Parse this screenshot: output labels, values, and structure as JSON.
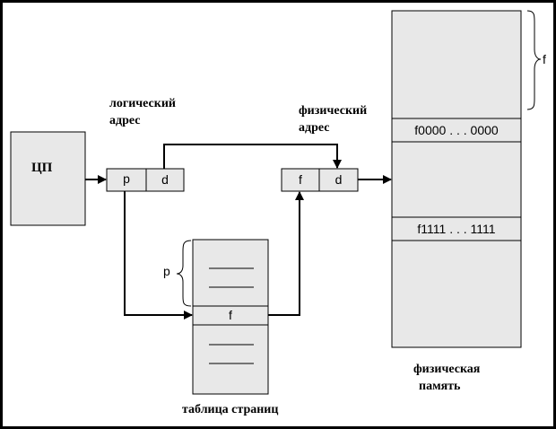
{
  "cpu": {
    "label": "ЦП"
  },
  "logical_address": {
    "label_line1": "логический",
    "label_line2": "адрес",
    "p": "p",
    "d": "d"
  },
  "physical_address": {
    "label_line1": "физический",
    "label_line2": "адрес",
    "f": "f",
    "d": "d"
  },
  "page_table": {
    "caption": "таблица страниц",
    "entry": "f",
    "offset_label": "p"
  },
  "physical_memory": {
    "caption_line1": "физическая",
    "caption_line2": "память",
    "frame_start": "f0000 . . . 0000",
    "frame_end": "f1111 . . . 1111",
    "offset_label": "f"
  },
  "colors": {
    "box_fill": "#e8e8e8",
    "line": "#000000"
  }
}
